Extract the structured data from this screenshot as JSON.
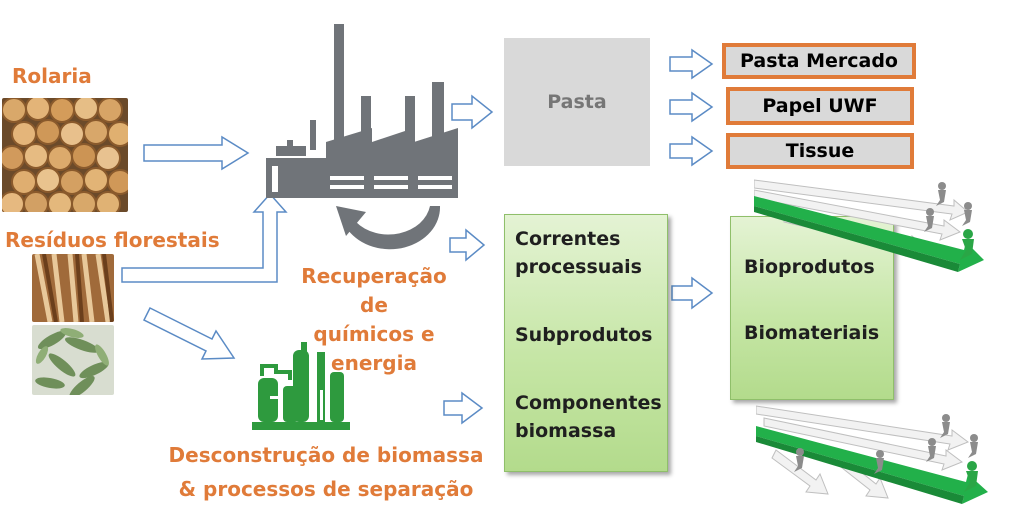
{
  "inputs": {
    "roundwood": "Rolaria",
    "forest_residues": "Resíduos florestais"
  },
  "recovery_label": [
    "Recuperação de",
    "químicos e",
    "energia"
  ],
  "deconstruction_label": [
    "Desconstrução de biomassa",
    "& processos de separação"
  ],
  "pulp": "Pasta",
  "products": [
    "Pasta Mercado",
    "Papel UWF",
    "Tissue"
  ],
  "process_box": {
    "streams": [
      "Correntes",
      "processuais"
    ],
    "byproducts": "Subprodutos",
    "components": [
      "Componentes",
      "biomassa"
    ]
  },
  "bio_box": {
    "bioproducts": "Bioprodutos",
    "biomaterials": "Biomateriais"
  },
  "colors": {
    "accent_orange": "#e07b39",
    "factory_gray": "#707479",
    "biorefinery_green": "#2e9a3e",
    "arrow_outline": "#5b8bc5"
  },
  "icons": [
    "factory-icon",
    "recycle-arrow-icon",
    "biorefinery-icon",
    "runners-image"
  ]
}
